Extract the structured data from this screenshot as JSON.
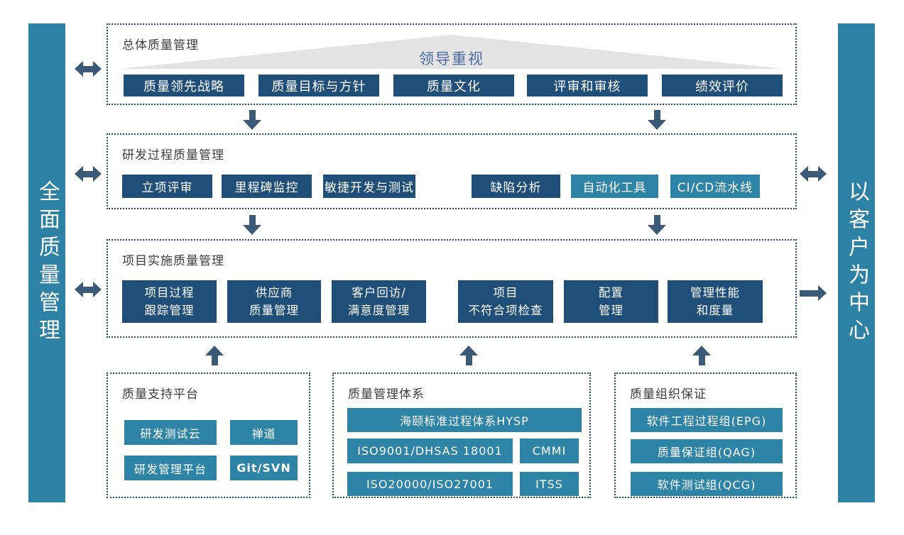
{
  "left_bar": {
    "label": "全面质量管理"
  },
  "right_bar": {
    "label": "以客户为中心"
  },
  "overall": {
    "title": "总体质量管理",
    "banner": "领导重视",
    "items": [
      "质量领先战略",
      "质量目标与方针",
      "质量文化",
      "评审和审核",
      "绩效评价"
    ]
  },
  "rd": {
    "title": "研发过程质量管理",
    "items": [
      {
        "label": "立项评审",
        "variant": "navy"
      },
      {
        "label": "里程碑监控",
        "variant": "navy"
      },
      {
        "label": "敏捷开发与测试",
        "variant": "navy"
      },
      {
        "label": "缺陷分析",
        "variant": "navy"
      },
      {
        "label": "自动化工具",
        "variant": "teal"
      },
      {
        "label": "CI/CD流水线",
        "variant": "teal"
      }
    ]
  },
  "project": {
    "title": "项目实施质量管理",
    "items": [
      "项目过程\n跟踪管理",
      "供应商\n质量管理",
      "客户回访/\n满意度管理",
      "项目\n不符合项检查",
      "配置\n管理",
      "管理性能\n和度量"
    ]
  },
  "platform": {
    "title": "质量支持平台",
    "items": [
      "研发测试云",
      "禅道",
      "研发管理平台",
      "Git/SVN"
    ]
  },
  "system": {
    "title": "质量管理体系",
    "wide_item": "海颐标准过程体系HYSP",
    "items": [
      "ISO9001/DHSAS 18001",
      "CMMI",
      "ISO20000/ISO27001",
      "ITSS"
    ]
  },
  "organization": {
    "title": "质量组织保证",
    "items": [
      "软件工程过程组(EPG)",
      "质量保证组(QAG)",
      "软件测试组(QCG)"
    ]
  },
  "colors": {
    "navy": "#1f4e79",
    "teal": "#2e84a6",
    "bar_teal": "#2c81a4",
    "arrow": "#3a5a78",
    "dotted_border": "#1f4569",
    "banner_bg": "#e3e3e3",
    "banner_text": "#4a6aa5"
  }
}
